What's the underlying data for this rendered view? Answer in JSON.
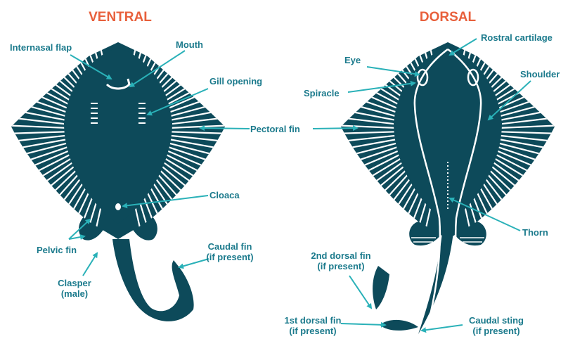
{
  "colors": {
    "body": "#0d4a5a",
    "accent": "#e8603c",
    "label": "#1b7a8c",
    "arrow": "#2ab1b8",
    "line": "#ffffff"
  },
  "ventral": {
    "title": "VENTRAL",
    "labels": {
      "internasal_flap": "Internasal flap",
      "mouth": "Mouth",
      "gill_opening": "Gill opening",
      "pectoral_fin": "Pectoral fin",
      "cloaca": "Cloaca",
      "pelvic_fin": "Pelvic fin",
      "clasper_1": "Clasper",
      "clasper_2": "(male)",
      "caudal_fin_1": "Caudal fin",
      "caudal_fin_2": "(if present)"
    }
  },
  "dorsal": {
    "title": "DORSAL",
    "labels": {
      "rostral_cartilage": "Rostral cartilage",
      "eye": "Eye",
      "shoulder": "Shoulder",
      "spiracle": "Spiracle",
      "thorn": "Thorn",
      "second_dorsal_fin_1": "2nd dorsal fin",
      "second_dorsal_fin_2": "(if present)",
      "first_dorsal_fin_1": "1st dorsal fin",
      "first_dorsal_fin_2": "(if present)",
      "caudal_sting_1": "Caudal sting",
      "caudal_sting_2": "(if present)"
    }
  }
}
